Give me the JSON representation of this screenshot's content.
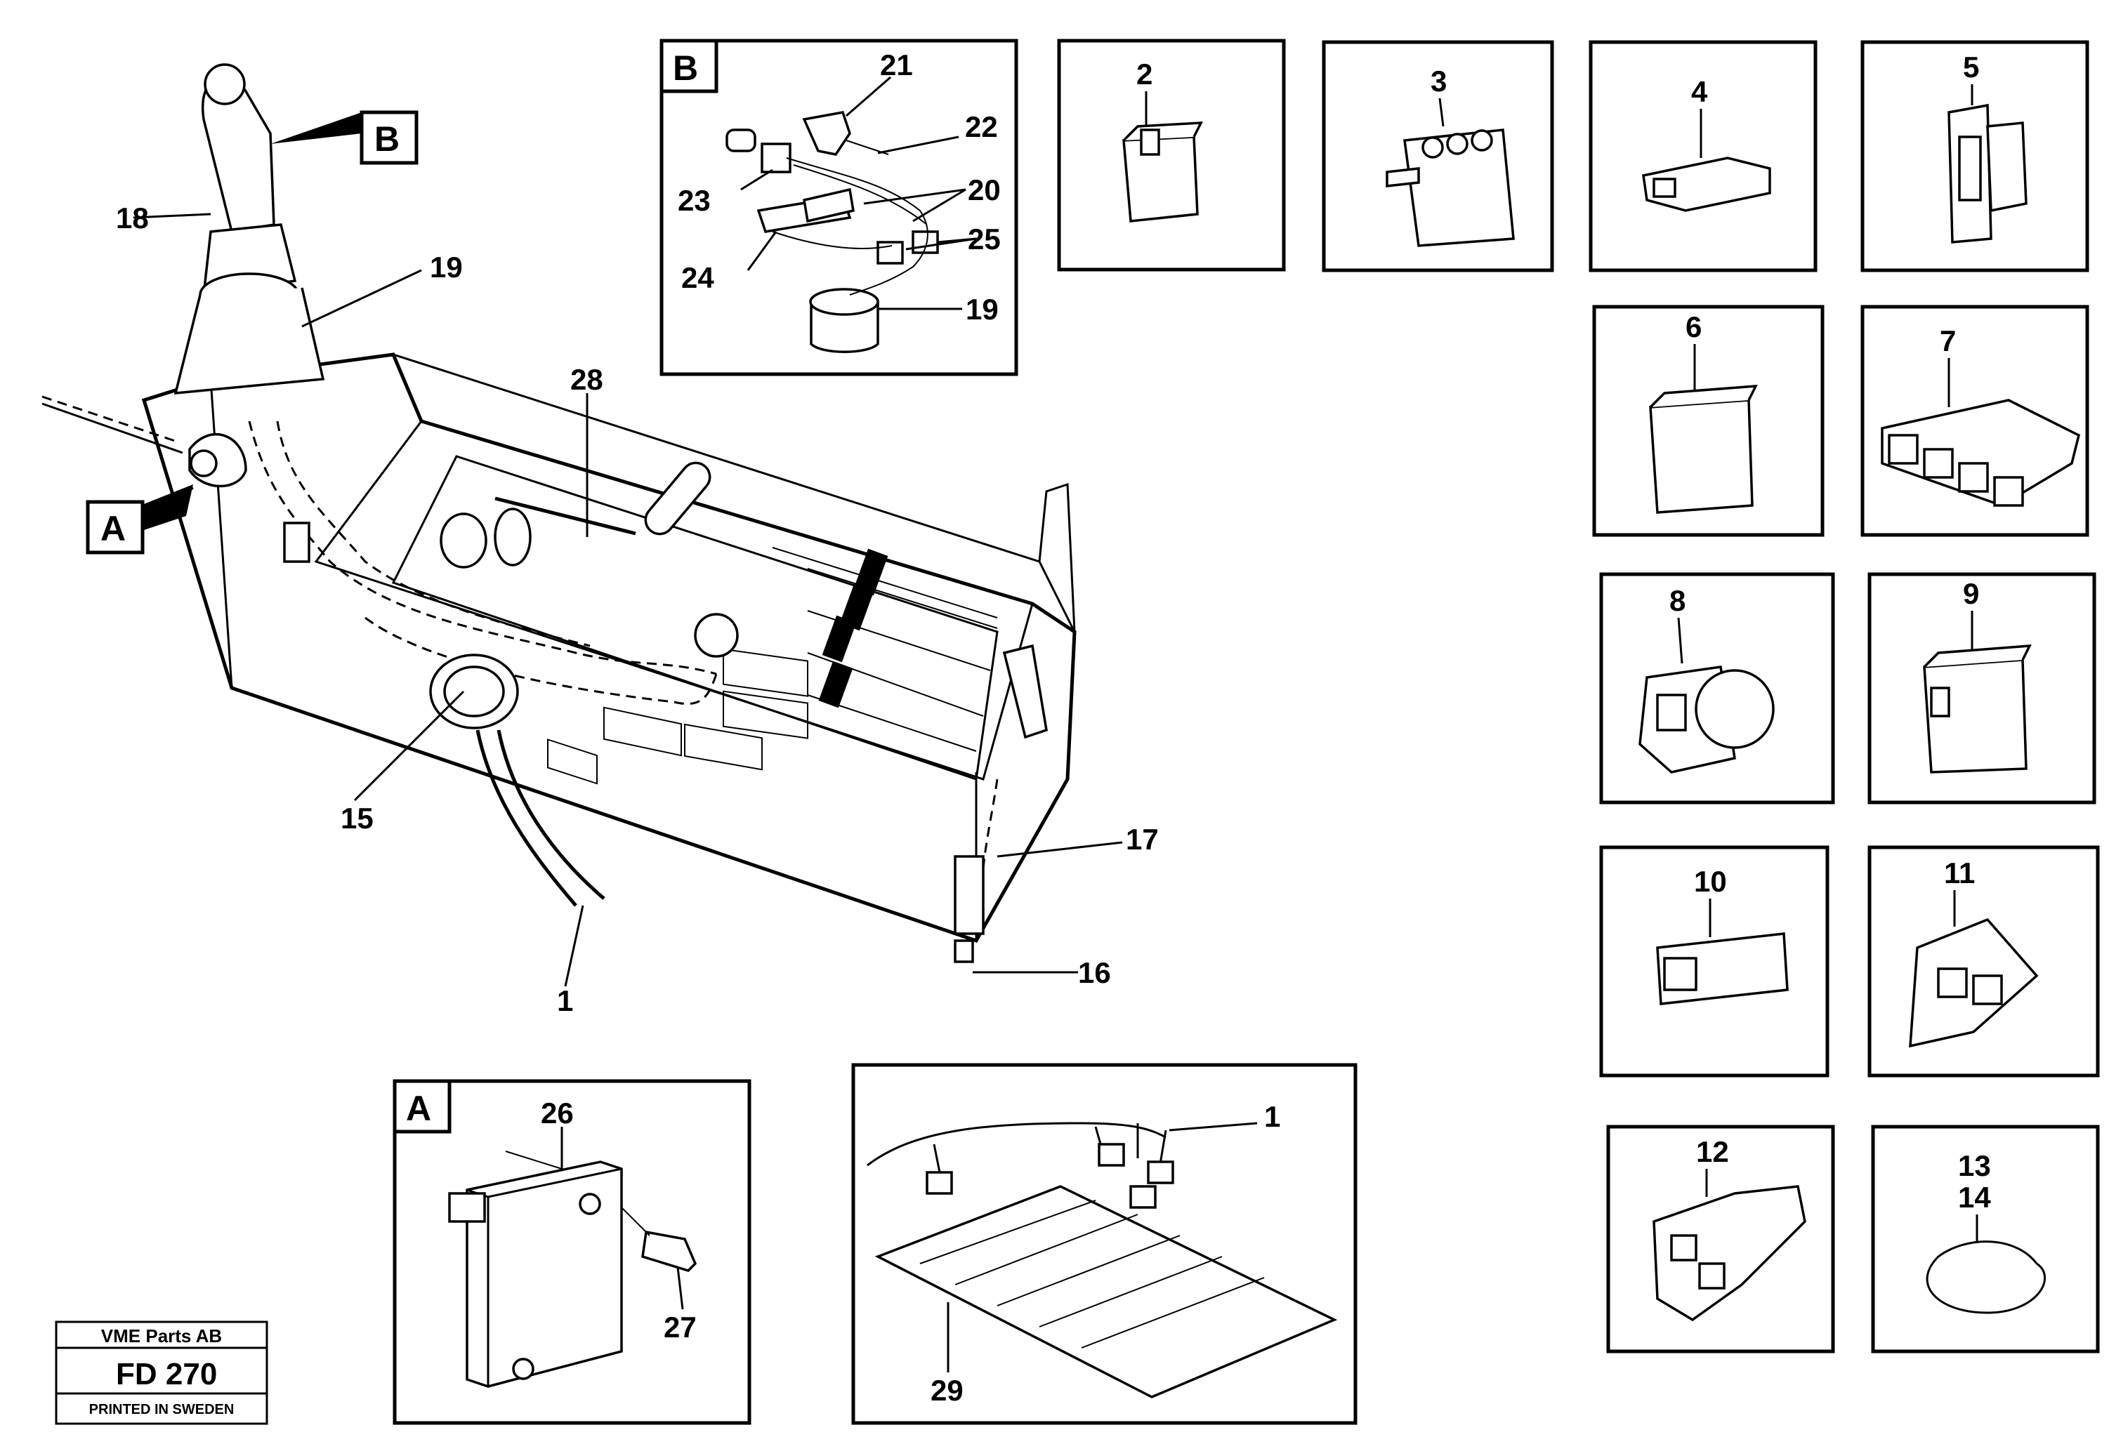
{
  "diagram": {
    "callouts": {
      "c1a": "1",
      "c15": "15",
      "c16": "16",
      "c17": "17",
      "c18": "18",
      "c19a": "19",
      "c28": "28",
      "tagA": "A",
      "tagB": "B",
      "c21": "21",
      "c22": "22",
      "c20": "20",
      "c23": "23",
      "c25": "25",
      "c24": "24",
      "c19b": "19",
      "boxB": "B",
      "c2": "2",
      "c3": "3",
      "c4": "4",
      "c5": "5",
      "c6": "6",
      "c7": "7",
      "c8": "8",
      "c9": "9",
      "c10": "10",
      "c11": "11",
      "c12": "12",
      "c13": "13",
      "c14": "14",
      "boxA": "A",
      "c26": "26",
      "c27": "27",
      "c1b": "1",
      "c29": "29"
    }
  },
  "stamp": {
    "company": "VME Parts AB",
    "code": "FD 270",
    "printed": "PRINTED IN SWEDEN"
  }
}
